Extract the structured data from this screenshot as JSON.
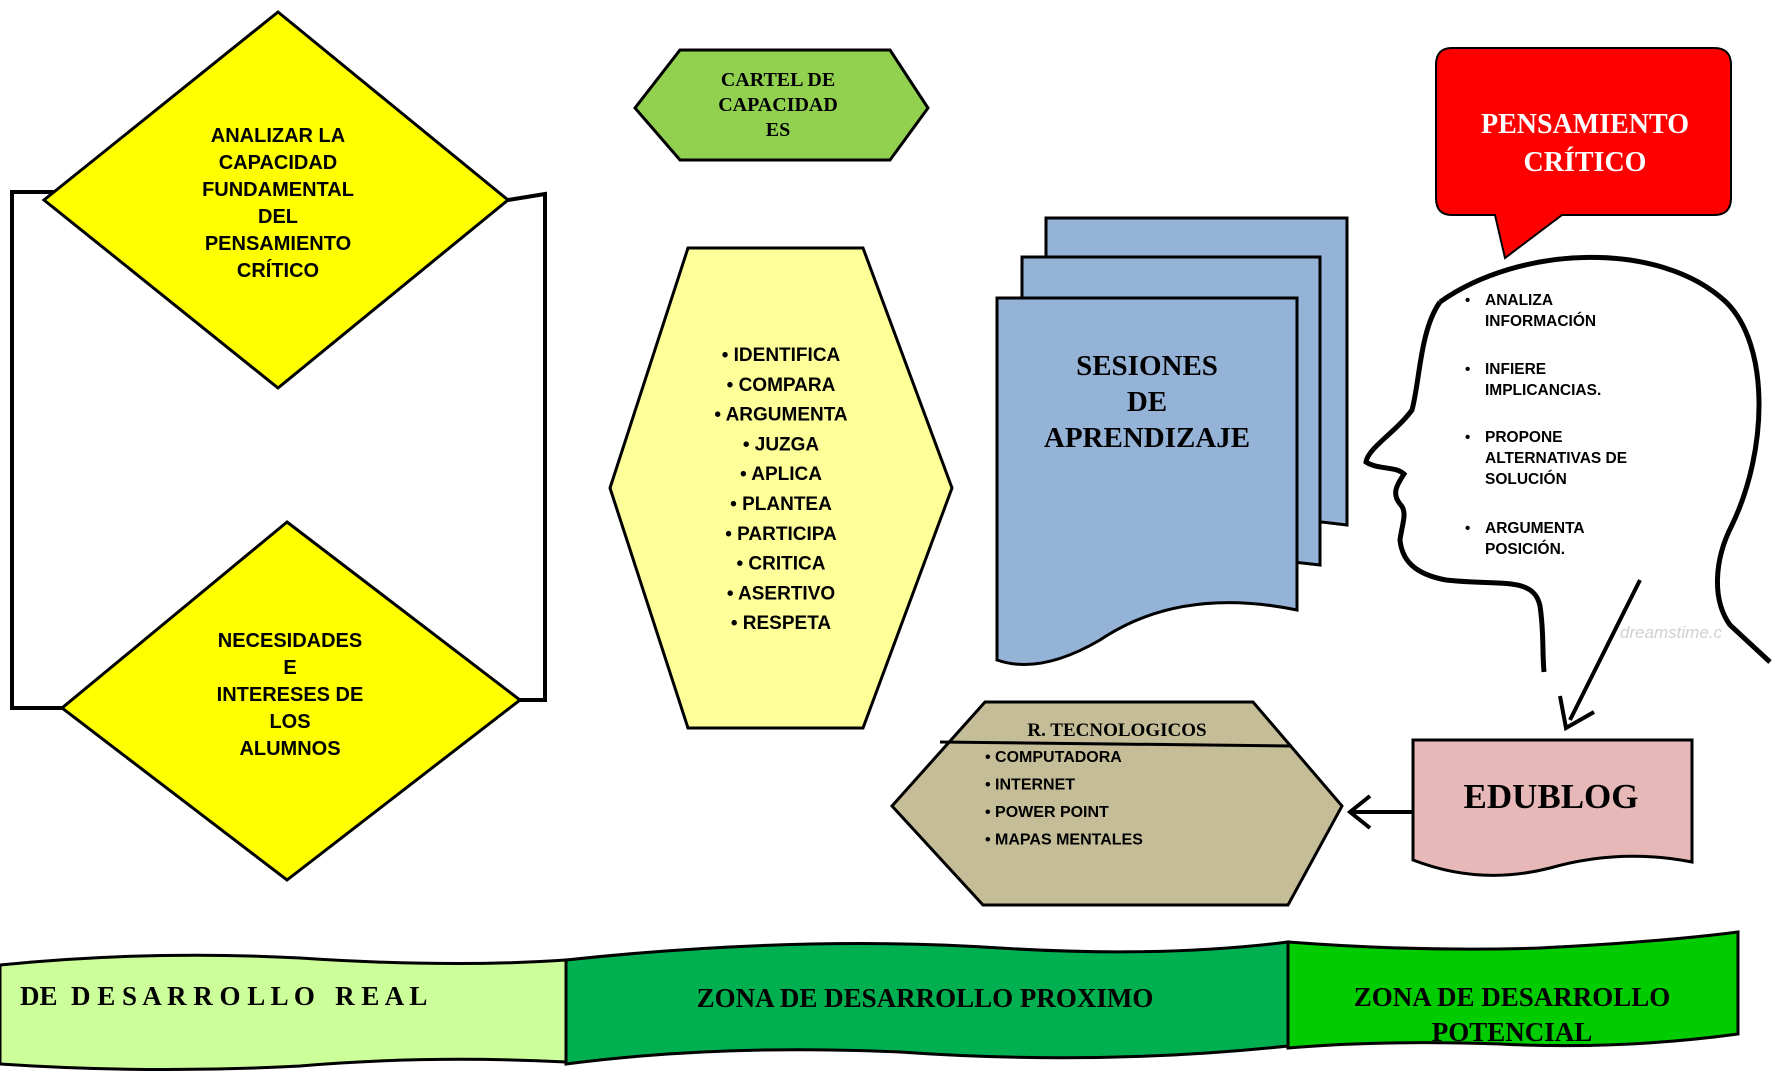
{
  "diamond_top": {
    "lines": [
      "ANALIZAR LA",
      "CAPACIDAD",
      "FUNDAMENTAL",
      "DEL",
      "PENSAMIENTO",
      "CRÍTICO"
    ]
  },
  "diamond_bottom": {
    "lines": [
      "NECESIDADES",
      "E",
      "INTERESES DE",
      "LOS",
      "ALUMNOS"
    ]
  },
  "cartel": {
    "lines": [
      "CARTEL DE",
      "CAPACIDAD",
      "ES"
    ]
  },
  "capacities": [
    "IDENTIFICA",
    "COMPARA",
    "ARGUMENTA",
    "JUZGA",
    "APLICA",
    "PLANTEA",
    "PARTICIPA",
    "CRITICA",
    "ASERTIVO",
    "RESPETA"
  ],
  "sessions": {
    "lines": [
      "SESIONES",
      "DE",
      "APRENDIZAJE"
    ]
  },
  "callout": {
    "lines": [
      "PENSAMIENTO",
      "CRÍTICO"
    ]
  },
  "head_items": [
    [
      "ANALIZA",
      "INFORMACIÓN"
    ],
    [
      "INFIERE",
      "IMPLICANCIAS."
    ],
    [
      "PROPONE",
      "ALTERNATIVAS DE",
      "SOLUCIÓN"
    ],
    [
      "ARGUMENTA",
      "POSICIÓN."
    ]
  ],
  "watermark": "dreamstime.c",
  "tech": {
    "title": "R. TECNOLOGICOS",
    "items": [
      "COMPUTADORA",
      "INTERNET",
      "POWER POINT",
      "MAPAS MENTALES"
    ]
  },
  "edublog": "EDUBLOG",
  "zones": {
    "real": "DE  D E S A R R O L L O   R E A L",
    "proximo": "ZONA DE DESARROLLO PROXIMO",
    "potencial": [
      "ZONA DE DESARROLLO",
      "POTENCIAL"
    ]
  },
  "colors": {
    "yellow": "#ffff00",
    "green_hex": "#92d050",
    "pale_yellow": "#ffff99",
    "doc_blue": "#95b3d7",
    "red": "#ff0000",
    "tan": "#c4bd97",
    "pink": "#e6b8b7",
    "zone_light": "#ccff99",
    "zone_mid": "#00b050",
    "zone_bright": "#00cc00"
  }
}
